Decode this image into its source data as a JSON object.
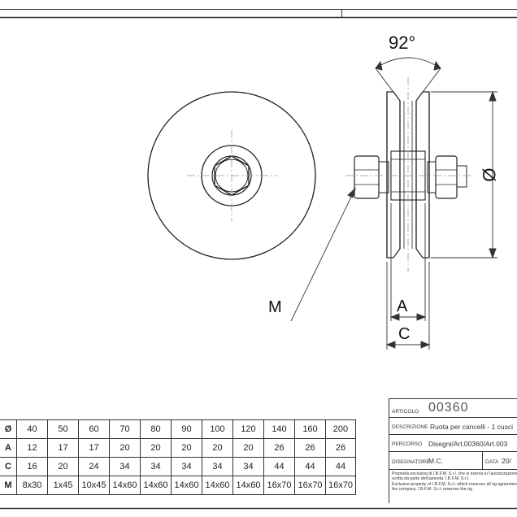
{
  "drawing": {
    "angle_label": "92°",
    "diameter_symbol": "Ø",
    "label_m": "M",
    "label_a": "A",
    "label_c": "C"
  },
  "table": {
    "rows": [
      {
        "key": "Ø",
        "values": [
          "40",
          "50",
          "60",
          "70",
          "80",
          "90",
          "100",
          "120",
          "140",
          "160",
          "200"
        ]
      },
      {
        "key": "A",
        "values": [
          "12",
          "17",
          "17",
          "20",
          "20",
          "20",
          "20",
          "20",
          "26",
          "26",
          "26"
        ]
      },
      {
        "key": "C",
        "values": [
          "16",
          "20",
          "24",
          "34",
          "34",
          "34",
          "34",
          "34",
          "44",
          "44",
          "44"
        ]
      },
      {
        "key": "M",
        "values": [
          "8x30",
          "1x45",
          "10x45",
          "14x60",
          "14x60",
          "14x60",
          "14x60",
          "14x60",
          "16x70",
          "16x70",
          "16x70"
        ]
      }
    ]
  },
  "title_block": {
    "articolo_key": "ARTICOLO",
    "articolo_value": "00360",
    "descrizione_key": "DESCRIZIONE",
    "descrizione_value": "Ruota per cancelli - 1 cusci",
    "percorso_key": "PERCORSO",
    "percorso_value": "Disegni/Art.00360/Art.003",
    "disegnatore_key": "DISEGNATORE",
    "disegnatore_value": "M.C.",
    "data_key": "DATA",
    "data_value": "20/",
    "notice_it": "Proprietà esclusiva di I.B.F.M. S.r.l. che si riserva tu l'autorizzazione scritta da parte dell'azienda. I.B.F.M. S.r.l.",
    "notice_en": "Exclusive property of I.B.F.M. S.r.l. which reserves all rig agreement of the company. I.B.F.M. S.r.l. reserves the rig"
  }
}
